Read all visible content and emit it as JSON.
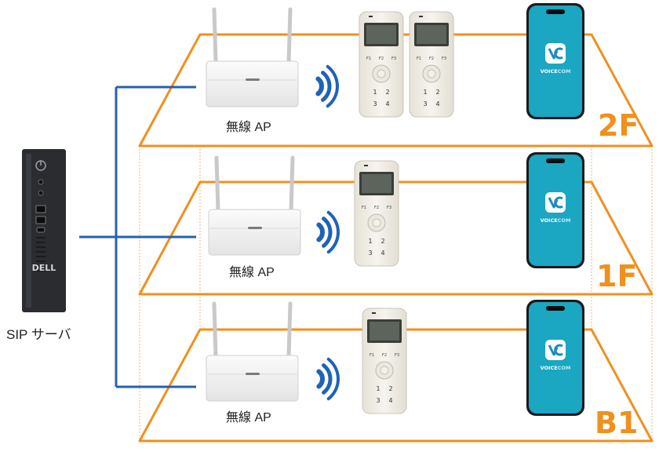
{
  "server": {
    "label": "SIP サーバ",
    "brand": "DELL"
  },
  "ap_label": "無線 AP",
  "phone_app": {
    "name_a": "VOICE",
    "name_b": "COM"
  },
  "handset": {
    "f_keys": [
      "F1",
      "F2",
      "F3"
    ],
    "num_keys": [
      "1",
      "2",
      "3",
      "4"
    ]
  },
  "floors": [
    {
      "label": "2F",
      "handsets": 2
    },
    {
      "label": "1F",
      "handsets": 1
    },
    {
      "label": "B1",
      "handsets": 1
    }
  ],
  "colors": {
    "floor_outline": "#f0901e",
    "network_line": "#2760b0",
    "wifi": "#1f62b8",
    "phone_screen": "#1ba6c2"
  }
}
